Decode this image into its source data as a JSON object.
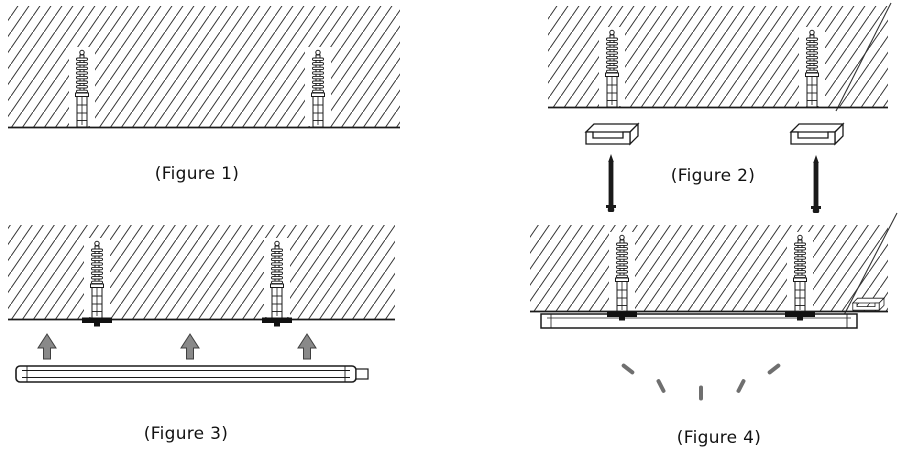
{
  "figures": [
    {
      "id": "figure-1",
      "caption": "(Figure 1)"
    },
    {
      "id": "figure-2",
      "caption": "(Figure 2)"
    },
    {
      "id": "figure-3",
      "caption": "(Figure 3)"
    },
    {
      "id": "figure-4",
      "caption": "(Figure 4)"
    }
  ],
  "colors": {
    "background": "#ffffff",
    "outline": "#1a1a1a",
    "hatch": "#333333",
    "arrow_gray": "#898989",
    "ray_gray": "#6f6f6f",
    "screw_black": "#1a1a1a"
  }
}
